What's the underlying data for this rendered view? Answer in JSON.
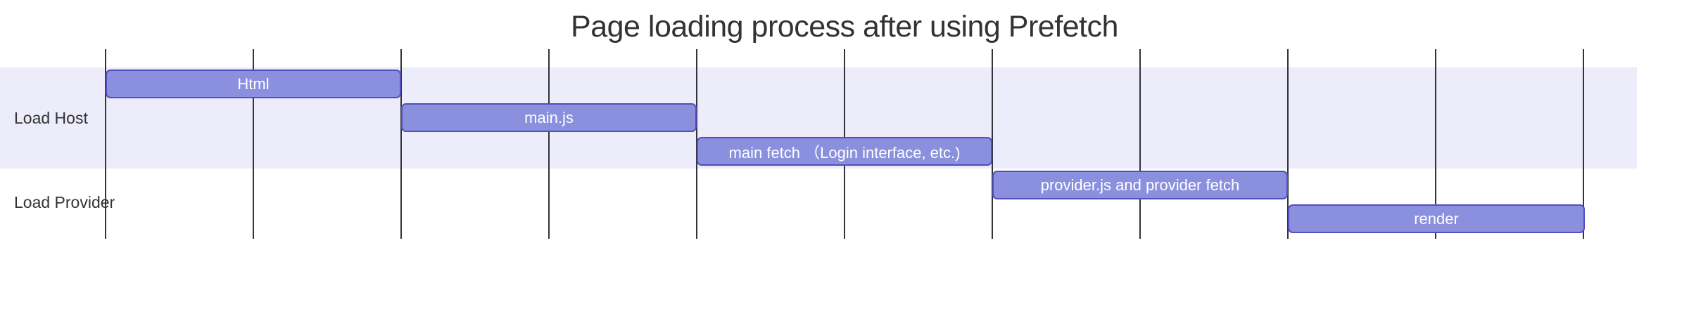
{
  "chart_data": {
    "type": "bar",
    "subtype": "gantt",
    "title": "Page loading process after using Prefetch",
    "orientation": "horizontal",
    "x_axis": {
      "range": [
        0,
        10
      ],
      "gridline_count": 11,
      "gridline_step": 1,
      "tick_labels_visible": false
    },
    "grid": true,
    "legend": false,
    "sections": [
      {
        "name": "Load Host",
        "band_color": "#ececfa"
      },
      {
        "name": "Load Provider",
        "band_color": "#ffffff"
      }
    ],
    "tasks": [
      {
        "label": "Html",
        "section": "Load Host",
        "start": 0,
        "end": 2
      },
      {
        "label": "main.js",
        "section": "Load Host",
        "start": 2,
        "end": 4
      },
      {
        "label": "main fetch （Login interface, etc.)",
        "section": "Load Host",
        "start": 4,
        "end": 6
      },
      {
        "label": "provider.js and provider fetch",
        "section": "Load Provider",
        "start": 6,
        "end": 8
      },
      {
        "label": "render",
        "section": "Load Provider",
        "start": 8,
        "end": 10
      }
    ],
    "colors": {
      "task_fill": "#8a90dd",
      "task_border": "#534fbc",
      "task_text": "#ffffff",
      "section_band": "#ececfa",
      "grid_line": "#333338",
      "title_text": "#333333",
      "section_label_text": "#333333"
    }
  }
}
